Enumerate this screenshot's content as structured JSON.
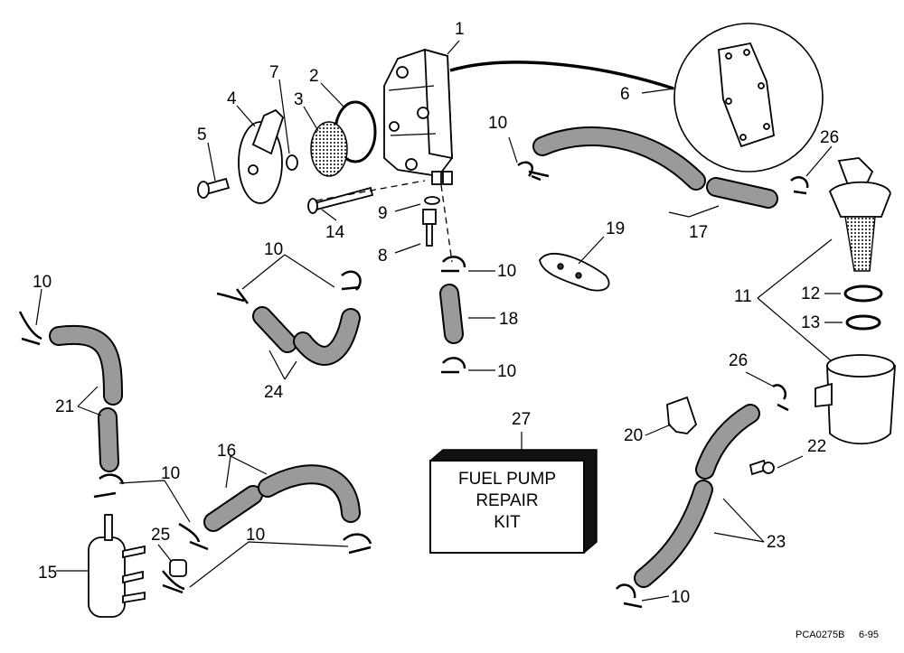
{
  "callouts": [
    "1",
    "2",
    "3",
    "4",
    "5",
    "6",
    "7",
    "8",
    "9",
    "10",
    "11",
    "12",
    "13",
    "14",
    "15",
    "16",
    "17",
    "18",
    "19",
    "20",
    "21",
    "22",
    "23",
    "24",
    "25",
    "26",
    "27"
  ],
  "kit_box": {
    "line1": "FUEL PUMP",
    "line2": "REPAIR",
    "line3": "KIT"
  },
  "figure_code": {
    "id": "PCA0275B",
    "date": "6-95"
  }
}
